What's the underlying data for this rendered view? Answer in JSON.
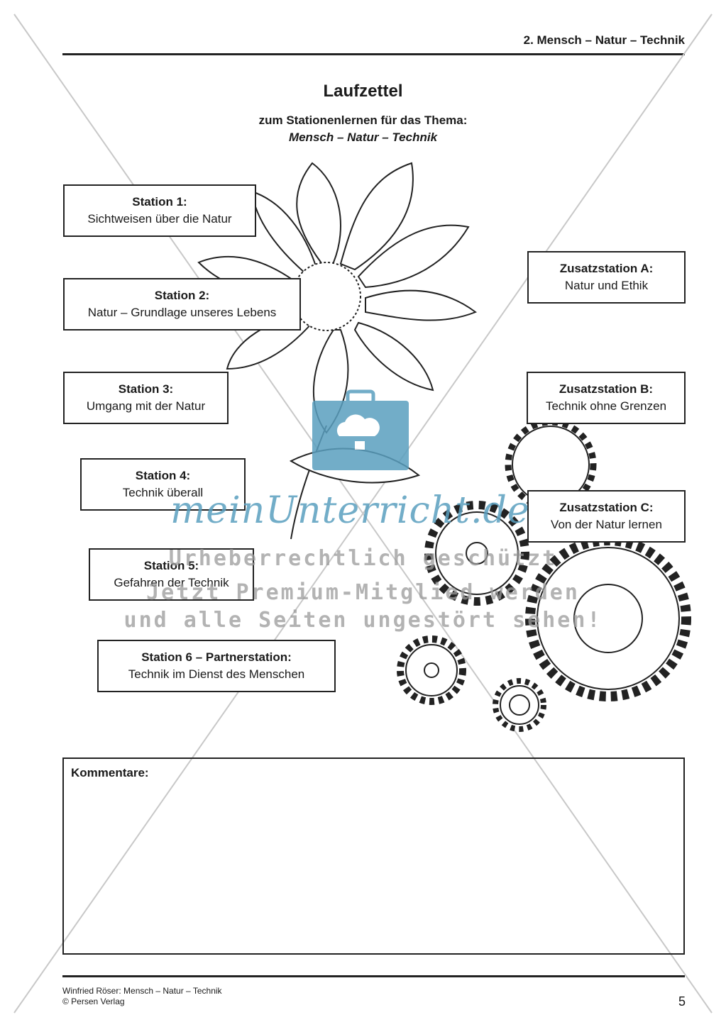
{
  "header": {
    "chapter": "2. Mensch – Natur – Technik"
  },
  "title": "Laufzettel",
  "subtitle": {
    "line1": "zum Stationenlernen für das Thema:",
    "topic": "Mensch – Natur – Technik"
  },
  "stations": [
    {
      "heading": "Station 1:",
      "text": "Sichtweisen über die Natur"
    },
    {
      "heading": "Station 2:",
      "text": "Natur – Grundlage unseres Lebens"
    },
    {
      "heading": "Station 3:",
      "text": "Umgang mit der Natur"
    },
    {
      "heading": "Station 4:",
      "text": "Technik überall"
    },
    {
      "heading": "Station 5:",
      "text": "Gefahren der Technik"
    },
    {
      "heading": "Station 6 – Partnerstation:",
      "text": "Technik im Dienst des Menschen"
    }
  ],
  "extra_stations": [
    {
      "heading": "Zusatzstation A:",
      "text": "Natur und Ethik"
    },
    {
      "heading": "Zusatzstation B:",
      "text": "Technik ohne Grenzen"
    },
    {
      "heading": "Zusatzstation C:",
      "text": "Von der Natur lernen"
    }
  ],
  "comments": {
    "label": "Kommentare:"
  },
  "footer": {
    "author_line": "Winfried Röser: Mensch – Natur – Technik",
    "publisher": "© Persen Verlag",
    "page_number": "5"
  },
  "watermark": {
    "logo": "meinUnterricht.de",
    "line1": "Urheberrechtlich geschützt",
    "line2": "Jetzt Premium-Mitglied werden",
    "line3": "und alle Seiten ungestört sehen!"
  }
}
